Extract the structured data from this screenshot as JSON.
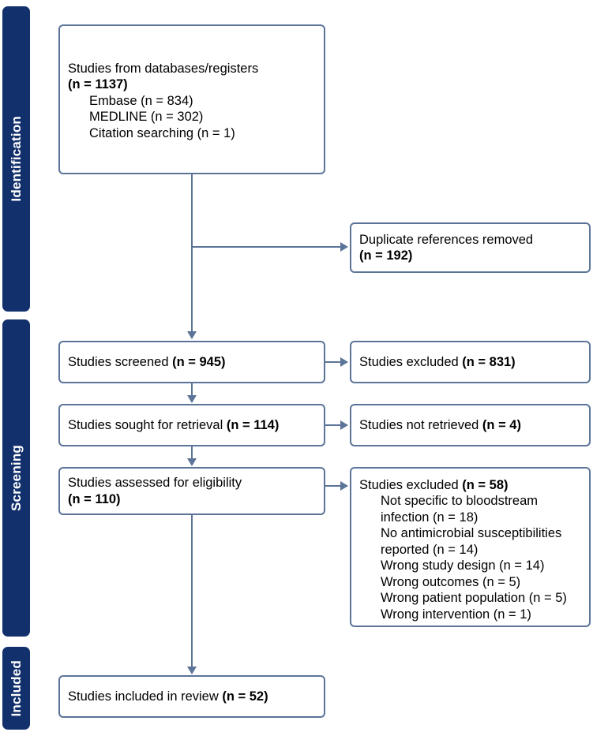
{
  "diagram": {
    "type": "prisma-flow-diagram",
    "accent_color": "#12306c",
    "box_border_color": "#5b7498",
    "background_color": "#ffffff"
  },
  "phases": [
    {
      "key": "identification",
      "label": "Identification"
    },
    {
      "key": "screening",
      "label": "Screening"
    },
    {
      "key": "included",
      "label": "Included"
    }
  ],
  "boxes": {
    "databases": {
      "title": "Studies from databases/registers",
      "count": "(n = 1137)",
      "sources": [
        "Embase (n = 834)",
        "MEDLINE (n = 302)",
        "Citation searching (n = 1)"
      ]
    },
    "duplicates": {
      "title": "Duplicate references removed",
      "count": "(n = 192)"
    },
    "screened": {
      "title": "Studies screened ",
      "count": "(n = 945)"
    },
    "screened_excluded": {
      "title": "Studies excluded ",
      "count": "(n = 831)"
    },
    "sought": {
      "title": "Studies sought for retrieval ",
      "count": "(n = 114)"
    },
    "not_retrieved": {
      "title": "Studies not retrieved ",
      "count": "(n = 4)"
    },
    "assessed": {
      "title": "Studies assessed for eligibility",
      "count": "(n = 110)"
    },
    "eligibility_excluded": {
      "title": "Studies excluded ",
      "count": "(n = 58)",
      "reasons": [
        "Not specific to bloodstream infection (n = 18)",
        "No antimicrobial susceptibilities reported (n = 14)",
        "Wrong study design (n = 14)",
        "Wrong outcomes (n = 5)",
        "Wrong patient population (n = 5)",
        "Wrong intervention (n = 1)"
      ]
    },
    "included": {
      "title": "Studies included in review ",
      "count": "(n = 52)"
    }
  }
}
